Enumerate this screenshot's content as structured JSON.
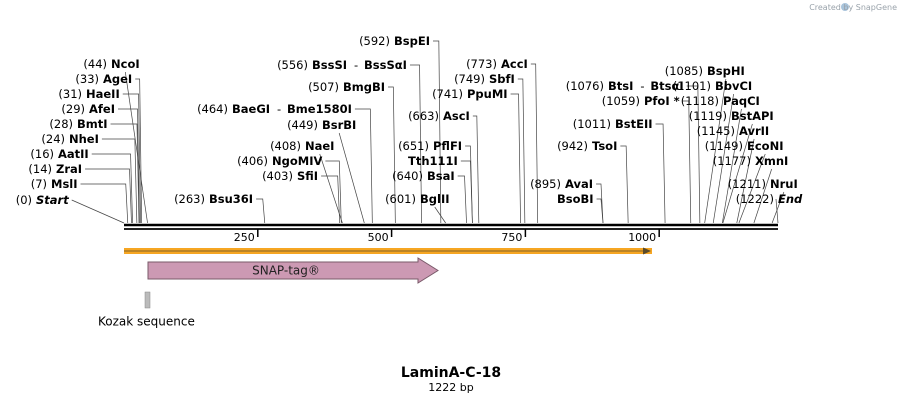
{
  "credit": "Created by SnapGene",
  "title": "LaminA-C-18",
  "subtitle": "1222 bp",
  "colors": {
    "orf": "#f6a623",
    "feature_fill": "#cc99b3",
    "feature_stroke": "#7a5a6a",
    "kozak_fill": "#bbbbbb"
  },
  "scale": {
    "ticks": [
      250,
      500,
      750,
      1000
    ]
  },
  "enzymes": [
    {
      "pos": "(0)",
      "name": "Start",
      "italic": true,
      "bp": 0
    },
    {
      "pos": "(7)",
      "name": "MslI",
      "bp": 7
    },
    {
      "pos": "(14)",
      "name": "ZraI",
      "bp": 14
    },
    {
      "pos": "(16)",
      "name": "AatII",
      "bp": 16
    },
    {
      "pos": "(24)",
      "name": "NheI",
      "bp": 24
    },
    {
      "pos": "(28)",
      "name": "BmtI",
      "bp": 28
    },
    {
      "pos": "(29)",
      "name": "AfeI",
      "bp": 29
    },
    {
      "pos": "(31)",
      "name": "HaeII",
      "bp": 31
    },
    {
      "pos": "(33)",
      "name": "AgeI",
      "bp": 33
    },
    {
      "pos": "(44)",
      "name": "NcoI",
      "bp": 44
    },
    {
      "pos": "(263)",
      "name": "Bsu36I",
      "bp": 263
    },
    {
      "pos": "(403)",
      "name": "SfiI",
      "bp": 403
    },
    {
      "pos": "(406)",
      "name": "NgoMIV",
      "bp": 406
    },
    {
      "pos": "(408)",
      "name": "NaeI",
      "bp": 408
    },
    {
      "pos": "(449)",
      "name": "BsrBI",
      "bp": 449
    },
    {
      "pos": "(464)",
      "name": "BaeGI",
      "name2": "Bme1580I",
      "bp": 464
    },
    {
      "pos": "(507)",
      "name": "BmgBI",
      "bp": 507
    },
    {
      "pos": "(556)",
      "name": "BssSI",
      "name2": "BssSαI",
      "bp": 556
    },
    {
      "pos": "(592)",
      "name": "BspEI",
      "bp": 592
    },
    {
      "pos": "(601)",
      "name": "BglII",
      "bp": 601
    },
    {
      "pos": "(640)",
      "name": "BsaI",
      "bp": 640
    },
    {
      "pos": "",
      "name": "Tth111I",
      "bp": 651
    },
    {
      "pos": "(651)",
      "name": "PflFI",
      "bp": 651
    },
    {
      "pos": "(663)",
      "name": "AscI",
      "bp": 663
    },
    {
      "pos": "(741)",
      "name": "PpuMI",
      "bp": 741
    },
    {
      "pos": "(749)",
      "name": "SbfI",
      "bp": 749
    },
    {
      "pos": "(773)",
      "name": "AccI",
      "bp": 773
    },
    {
      "pos": "",
      "name": "BsoBI",
      "bp": 895
    },
    {
      "pos": "(895)",
      "name": "AvaI",
      "bp": 895
    },
    {
      "pos": "(942)",
      "name": "TsoI",
      "bp": 942
    },
    {
      "pos": "(1011)",
      "name": "BstEII",
      "bp": 1011
    },
    {
      "pos": "(1059)",
      "name": "PfoI *",
      "bp": 1059
    },
    {
      "pos": "(1076)",
      "name": "BtsI",
      "name2": "BtsαI",
      "bp": 1076
    },
    {
      "pos": "(1085)",
      "name": "BspHI",
      "bp": 1085
    },
    {
      "pos": "(1101)",
      "name": "BbvCI",
      "bp": 1101
    },
    {
      "pos": "(1118)",
      "name": "PaqCI",
      "bp": 1118
    },
    {
      "pos": "(1119)",
      "name": "BstAPI",
      "bp": 1119
    },
    {
      "pos": "(1145)",
      "name": "AvrII",
      "bp": 1145
    },
    {
      "pos": "(1149)",
      "name": "EcoNI",
      "bp": 1149
    },
    {
      "pos": "(1177)",
      "name": "XmnI",
      "bp": 1177
    },
    {
      "pos": "(1211)",
      "name": "NruI",
      "bp": 1211
    },
    {
      "pos": "(1222)",
      "name": "End",
      "italic": true,
      "bp": 1222
    }
  ],
  "features": [
    {
      "name": "SNAP-tag®",
      "start": 41,
      "end": 587,
      "direction": "forward"
    },
    {
      "name": "Kozak sequence",
      "start": 38,
      "end": 47
    }
  ],
  "orf": {
    "start": 0,
    "end": 1000
  }
}
